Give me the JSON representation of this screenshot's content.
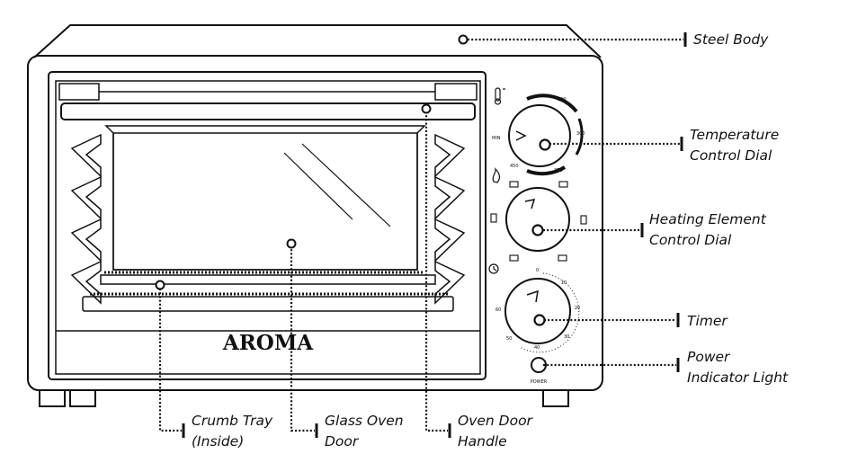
{
  "brand": "AROMA",
  "callouts": {
    "steel_body": [
      "Steel Body"
    ],
    "temperature_dial": [
      "Temperature",
      "Control Dial"
    ],
    "heating_dial": [
      "Heating Element",
      "Control Dial"
    ],
    "timer": [
      "Timer"
    ],
    "power_light": [
      "Power",
      "Indicator Light"
    ],
    "crumb_tray": [
      "Crumb Tray",
      "(Inside)"
    ],
    "glass_door": [
      "Glass Oven",
      "Door"
    ],
    "door_handle": [
      "Oven Door",
      "Handle"
    ]
  },
  "temperature_dial": {
    "min": "MIN",
    "ticks": [
      "200",
      "300",
      "350",
      "450"
    ]
  },
  "timer_dial": {
    "ticks": [
      "0",
      "10",
      "20",
      "30",
      "40",
      "50",
      "60"
    ]
  },
  "power_label": "POWER",
  "icons": [
    "thermometer-icon",
    "flame-icon",
    "heating-element-icon",
    "clock-icon"
  ]
}
